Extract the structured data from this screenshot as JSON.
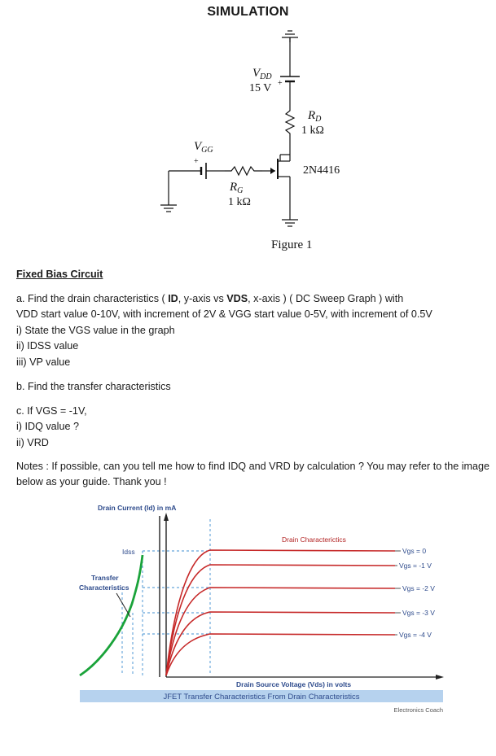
{
  "page_title": "SIMULATION",
  "circuit": {
    "vdd_name": "V",
    "vdd_sub": "DD",
    "vdd_value": "15 V",
    "plus_sign": "+",
    "rd_name": "R",
    "rd_sub": "D",
    "rd_value": "1 kΩ",
    "vgg_name": "V",
    "vgg_sub": "GG",
    "vgg_plus": "+",
    "rg_name": "R",
    "rg_sub": "G",
    "rg_value": "1 kΩ",
    "transistor_label": "2N4416",
    "figure_label": "Figure 1"
  },
  "content": {
    "heading": "Fixed Bias Circuit",
    "part_a_pre1": "a. Find the drain characteristics ( ",
    "part_a_id": "ID",
    "part_a_mid": ", y-axis vs ",
    "part_a_vds": "VDS",
    "part_a_post": ", x-axis ) ( DC Sweep Graph ) with",
    "part_a_line2": "VDD start value 0-10V, with increment of 2V & VGG start value 0-5V, with increment of 0.5V",
    "part_a_i": "i) State the VGS value in the graph",
    "part_a_ii": "ii) IDSS value",
    "part_a_iii": "iii) VP value",
    "part_b": "b. Find the transfer characteristics",
    "part_c": "c. If VGS = -1V,",
    "part_c_i": "i) IDQ value ?",
    "part_c_ii": "ii) VRD",
    "notes": "Notes : If possible, can you tell me how to find IDQ and VRD by calculation ? You may refer to the image below as your guide. Thank you !"
  },
  "graph": {
    "y_axis_label": "Drain Current (Id) in mA",
    "idss_label": "Idss",
    "transfer_label_1": "Transfer",
    "transfer_label_2": "Characteristics",
    "drain_char_label": "Drain Characterictics",
    "vgs_labels": [
      "Vgs = 0",
      "Vgs = -1 V",
      "Vgs = -2 V",
      "Vgs = -3 V",
      "Vgs = -4 V"
    ],
    "x_axis_label": "Drain Source Voltage (Vds) in volts",
    "banner": "JFET Transfer Characteristics From  Drain Characteristics",
    "credit": "Electronics Coach",
    "colors": {
      "label_blue": "#2e4b8c",
      "red": "#c62828",
      "green": "#1aa33a",
      "drain_title": "#b22222",
      "banner_bg": "#b6d2ee",
      "dashed": "#3f8fd2"
    }
  }
}
